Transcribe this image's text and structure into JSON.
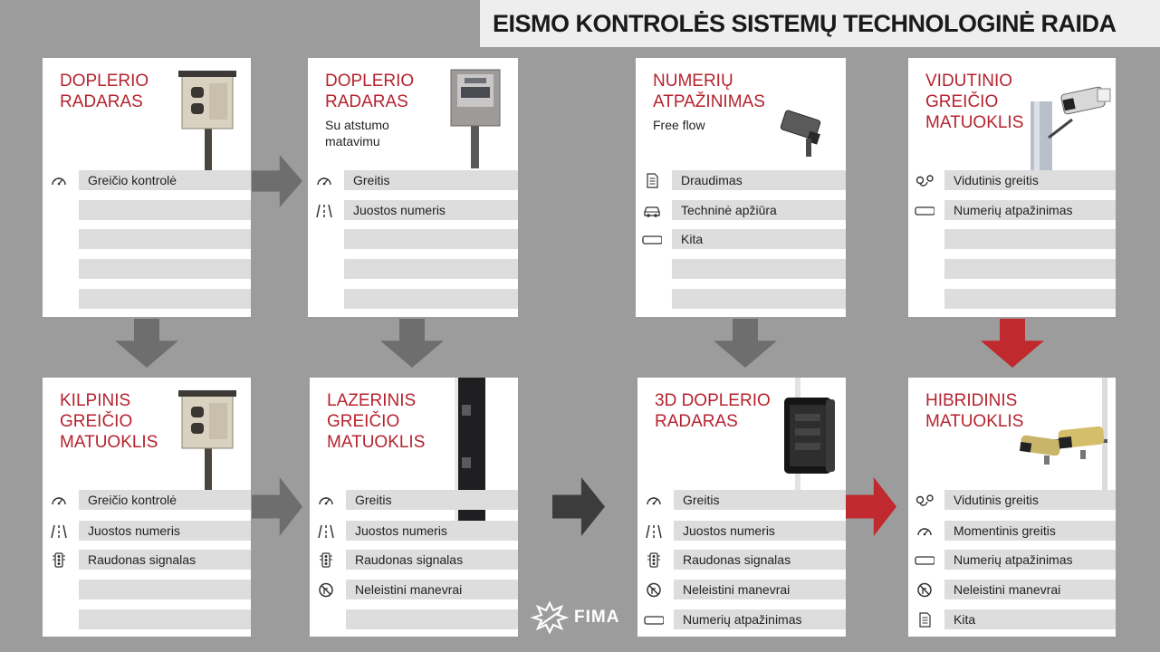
{
  "title": "EISMO KONTROLĖS SISTEMŲ TECHNOLOGINĖ RAIDA",
  "logo": "FIMA",
  "colors": {
    "accent": "#b5232e",
    "arrow_gray": "#6e6e6e",
    "arrow_dark": "#3c3c3c",
    "arrow_red": "#c0292e",
    "background": "#9c9c9c"
  },
  "cards": [
    {
      "title": "DOPLERIO\nRADARAS",
      "subtitle": "",
      "photo": "radar-box",
      "rows": [
        {
          "icon": "speedometer-icon",
          "label": "Greičio kontrolė"
        },
        {
          "icon": "",
          "label": ""
        },
        {
          "icon": "",
          "label": ""
        },
        {
          "icon": "",
          "label": ""
        },
        {
          "icon": "",
          "label": ""
        }
      ]
    },
    {
      "title": "DOPLERIO\nRADARAS",
      "subtitle": "Su atstumo\nmatavimu",
      "photo": "radar-metal",
      "rows": [
        {
          "icon": "speedometer-icon",
          "label": "Greitis"
        },
        {
          "icon": "lane-icon",
          "label": "Juostos numeris"
        },
        {
          "icon": "",
          "label": ""
        },
        {
          "icon": "",
          "label": ""
        },
        {
          "icon": "",
          "label": ""
        }
      ]
    },
    {
      "title": "NUMERIŲ\nATPAŽINIMAS",
      "subtitle": "Free flow",
      "photo": "camera-small",
      "rows": [
        {
          "icon": "document-icon",
          "label": "Draudimas"
        },
        {
          "icon": "car-icon",
          "label": "Techninė apžiūra"
        },
        {
          "icon": "plate-icon",
          "label": "Kita"
        },
        {
          "icon": "",
          "label": ""
        },
        {
          "icon": "",
          "label": ""
        }
      ]
    },
    {
      "title": "VIDUTINIO\nGREIČIO\nMATUOKLIS",
      "subtitle": "",
      "photo": "camera-pole",
      "rows": [
        {
          "icon": "route-icon",
          "label": "Vidutinis greitis"
        },
        {
          "icon": "plate-icon",
          "label": "Numerių atpažinimas"
        },
        {
          "icon": "",
          "label": ""
        },
        {
          "icon": "",
          "label": ""
        },
        {
          "icon": "",
          "label": ""
        }
      ]
    },
    {
      "title": "KILPINIS\nGREIČIO\nMATUOKLIS",
      "subtitle": "",
      "photo": "radar-box",
      "rows": [
        {
          "icon": "speedometer-icon",
          "label": "Greičio kontrolė"
        },
        {
          "icon": "lane-icon",
          "label": "Juostos numeris"
        },
        {
          "icon": "traffic-light-icon",
          "label": "Raudonas signalas"
        },
        {
          "icon": "",
          "label": ""
        },
        {
          "icon": "",
          "label": ""
        }
      ]
    },
    {
      "title": "LAZERINIS\nGREIČIO\nMATUOKLIS",
      "subtitle": "",
      "photo": "laser-pole",
      "rows": [
        {
          "icon": "speedometer-icon",
          "label": "Greitis"
        },
        {
          "icon": "lane-icon",
          "label": "Juostos numeris"
        },
        {
          "icon": "traffic-light-icon",
          "label": "Raudonas signalas"
        },
        {
          "icon": "no-turn-icon",
          "label": "Neleistini manevrai"
        },
        {
          "icon": "",
          "label": ""
        }
      ]
    },
    {
      "title": "3D DOPLERIO\nRADARAS",
      "subtitle": "",
      "photo": "radar-3d",
      "rows": [
        {
          "icon": "speedometer-icon",
          "label": "Greitis"
        },
        {
          "icon": "lane-icon",
          "label": "Juostos numeris"
        },
        {
          "icon": "traffic-light-icon",
          "label": "Raudonas signalas"
        },
        {
          "icon": "no-turn-icon",
          "label": "Neleistini manevrai"
        },
        {
          "icon": "plate-icon",
          "label": "Numerių atpažinimas"
        }
      ]
    },
    {
      "title": "HIBRIDINIS\nMATUOKLIS",
      "subtitle": "",
      "photo": "hybrid-cameras",
      "rows": [
        {
          "icon": "route-icon",
          "label": "Vidutinis greitis"
        },
        {
          "icon": "speedometer-icon",
          "label": "Momentinis greitis"
        },
        {
          "icon": "plate-icon",
          "label": "Numerių atpažinimas"
        },
        {
          "icon": "no-turn-icon",
          "label": "Neleistini manevrai"
        },
        {
          "icon": "document-icon",
          "label": "Kita"
        }
      ]
    }
  ],
  "arrows": [
    {
      "direction": "right",
      "color": "gray"
    },
    {
      "direction": "down",
      "color": "gray"
    },
    {
      "direction": "down",
      "color": "gray"
    },
    {
      "direction": "down",
      "color": "gray"
    },
    {
      "direction": "down",
      "color": "red"
    },
    {
      "direction": "right",
      "color": "gray"
    },
    {
      "direction": "right",
      "color": "dark"
    },
    {
      "direction": "right",
      "color": "red"
    }
  ]
}
